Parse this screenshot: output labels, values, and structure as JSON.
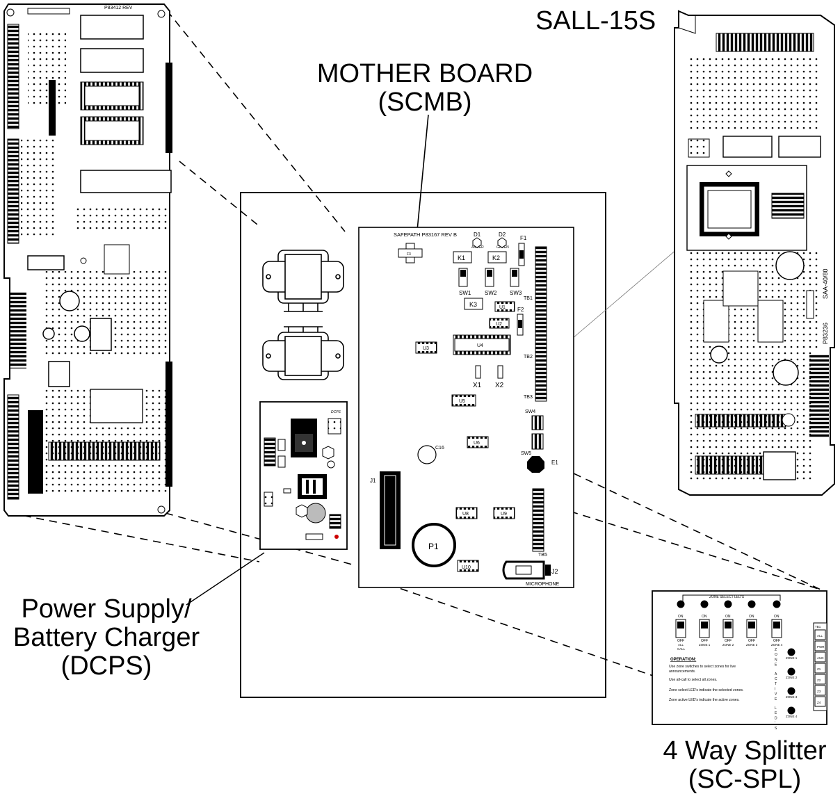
{
  "callouts": {
    "sall": "SALL-15S",
    "mother_line1": "MOTHER BOARD",
    "mother_line2": "(SCMB)",
    "psu_line1": "Power Supply/",
    "psu_line2": "Battery Charger",
    "psu_line3": "(DCPS)",
    "splitter_line1": "4 Way Splitter",
    "splitter_line2": "(SC-SPL)"
  },
  "mother_board": {
    "header": "SAFEPATH P83167 REV B",
    "d1": "D1",
    "d1_sub": "AMBER",
    "d2": "D2",
    "d2_sub": "GREEN",
    "f1": "F1",
    "f2": "F2",
    "k1": "K1",
    "k2": "K2",
    "k3": "K3",
    "sw1": "SW1",
    "sw2": "SW2",
    "sw3": "SW3",
    "sw4": "SW4",
    "sw5": "SW5",
    "tb1": "TB1",
    "tb2": "TB2",
    "tb3": "TB3",
    "tb5": "TB5",
    "u1": "U1",
    "u2": "U2",
    "u3": "U3",
    "u4": "U4",
    "u5": "U5",
    "u6": "U6",
    "u8": "U8",
    "u9": "U9",
    "u10": "U10",
    "x1": "X1",
    "x2": "X2",
    "c16": "C16",
    "e1": "E1",
    "j1": "J1",
    "j2": "J2",
    "p1": "P1",
    "microphone": "MICROPHONE"
  },
  "splitter": {
    "zone_select": "ZONE SELECT LED'S",
    "on": "ON",
    "off": "OFF",
    "switches": [
      "ALL CALL",
      "ZONE 1",
      "ZONE 2",
      "ZONE 3",
      "ZONE 4"
    ],
    "operation_title": "OPERATION:",
    "op1": "Use zone switches to select zones for live announcements.",
    "op2": "Use all-call to select all zones.",
    "op3": "Zone select LED's indicate the selected zones.",
    "op4": "Zone active LED's indicate the active zones.",
    "zone_active": "ZONE ACTIVE LED'S",
    "zone_leds": [
      "ZONE 1",
      "ZONE 2",
      "ZONE 3",
      "ZONE 4"
    ],
    "terminal": "TB1",
    "terminal_labels": [
      "ALL",
      "PWR",
      "AUD",
      "Z1",
      "Z2",
      "Z3",
      "Z4"
    ]
  },
  "sall_board": {
    "silk1": "SAA-40/80",
    "silk2": "P83236"
  },
  "left_board": {
    "silk": "P83412 REV"
  },
  "psu_board": {
    "silk": "DCPS"
  }
}
